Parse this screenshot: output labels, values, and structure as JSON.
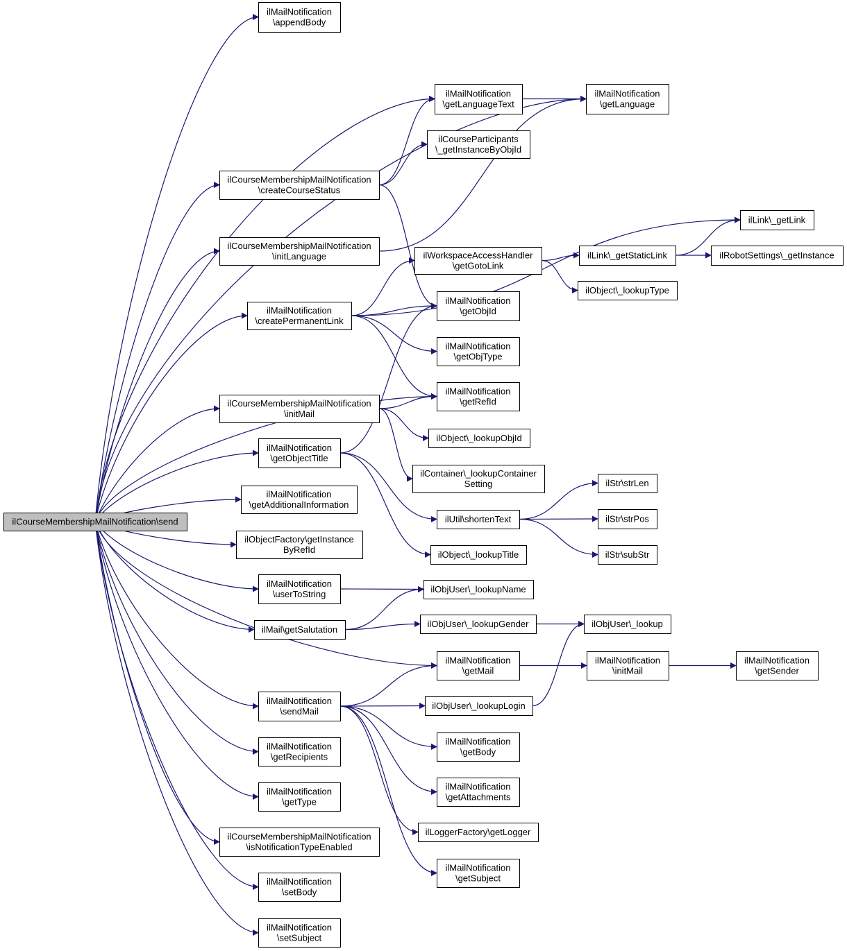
{
  "nodes": [
    {
      "id": "root",
      "lines": [
        "ilCourseMembershipMailNotification\\send"
      ],
      "root": true
    },
    {
      "id": "appendBody",
      "lines": [
        "ilMailNotification",
        "\\appendBody"
      ]
    },
    {
      "id": "getLanguageText",
      "lines": [
        "ilMailNotification",
        "\\getLanguageText"
      ]
    },
    {
      "id": "getLanguage",
      "lines": [
        "ilMailNotification",
        "\\getLanguage"
      ]
    },
    {
      "id": "getInstanceByObjId",
      "lines": [
        "ilCourseParticipants",
        "\\_getInstanceByObjId"
      ]
    },
    {
      "id": "createCourseStatus",
      "lines": [
        "ilCourseMembershipMailNotification",
        "\\createCourseStatus"
      ]
    },
    {
      "id": "initLanguage",
      "lines": [
        "ilCourseMembershipMailNotification",
        "\\initLanguage"
      ]
    },
    {
      "id": "getLink",
      "lines": [
        "ilLink\\_getLink"
      ]
    },
    {
      "id": "getGotoLink",
      "lines": [
        "ilWorkspaceAccessHandler",
        "\\getGotoLink"
      ]
    },
    {
      "id": "getStaticLink",
      "lines": [
        "ilLink\\_getStaticLink"
      ]
    },
    {
      "id": "robotGetInstance",
      "lines": [
        "ilRobotSettings\\_getInstance"
      ]
    },
    {
      "id": "lookupType",
      "lines": [
        "ilObject\\_lookupType"
      ]
    },
    {
      "id": "createPermanentLink",
      "lines": [
        "ilMailNotification",
        "\\createPermanentLink"
      ]
    },
    {
      "id": "getObjId",
      "lines": [
        "ilMailNotification",
        "\\getObjId"
      ]
    },
    {
      "id": "getObjType",
      "lines": [
        "ilMailNotification",
        "\\getObjType"
      ]
    },
    {
      "id": "getRefId",
      "lines": [
        "ilMailNotification",
        "\\getRefId"
      ]
    },
    {
      "id": "initMail",
      "lines": [
        "ilCourseMembershipMailNotification",
        "\\initMail"
      ]
    },
    {
      "id": "lookupObjId",
      "lines": [
        "ilObject\\_lookupObjId"
      ]
    },
    {
      "id": "lookupContainerSetting",
      "lines": [
        "ilContainer\\_lookupContainer",
        "Setting"
      ]
    },
    {
      "id": "getObjectTitle",
      "lines": [
        "ilMailNotification",
        "\\getObjectTitle"
      ]
    },
    {
      "id": "strLen",
      "lines": [
        "ilStr\\strLen"
      ]
    },
    {
      "id": "getAdditionalInformation",
      "lines": [
        "ilMailNotification",
        "\\getAdditionalInformation"
      ]
    },
    {
      "id": "shortenText",
      "lines": [
        "ilUtil\\shortenText"
      ]
    },
    {
      "id": "strPos",
      "lines": [
        "ilStr\\strPos"
      ]
    },
    {
      "id": "getInstanceByRefId",
      "lines": [
        "ilObjectFactory\\getInstance",
        "ByRefId"
      ]
    },
    {
      "id": "lookupTitle",
      "lines": [
        "ilObject\\_lookupTitle"
      ]
    },
    {
      "id": "subStr",
      "lines": [
        "ilStr\\subStr"
      ]
    },
    {
      "id": "userToString",
      "lines": [
        "ilMailNotification",
        "\\userToString"
      ]
    },
    {
      "id": "lookupName",
      "lines": [
        "ilObjUser\\_lookupName"
      ]
    },
    {
      "id": "getSalutation",
      "lines": [
        "ilMail\\getSalutation"
      ]
    },
    {
      "id": "lookupGender",
      "lines": [
        "ilObjUser\\_lookupGender"
      ]
    },
    {
      "id": "lookup",
      "lines": [
        "ilObjUser\\_lookup"
      ]
    },
    {
      "id": "getMail",
      "lines": [
        "ilMailNotification",
        "\\getMail"
      ]
    },
    {
      "id": "initMailN",
      "lines": [
        "ilMailNotification",
        "\\initMail"
      ]
    },
    {
      "id": "getSender",
      "lines": [
        "ilMailNotification",
        "\\getSender"
      ]
    },
    {
      "id": "sendMail",
      "lines": [
        "ilMailNotification",
        "\\sendMail"
      ]
    },
    {
      "id": "lookupLogin",
      "lines": [
        "ilObjUser\\_lookupLogin"
      ]
    },
    {
      "id": "getBody",
      "lines": [
        "ilMailNotification",
        "\\getBody"
      ]
    },
    {
      "id": "getRecipients",
      "lines": [
        "ilMailNotification",
        "\\getRecipients"
      ]
    },
    {
      "id": "getAttachments",
      "lines": [
        "ilMailNotification",
        "\\getAttachments"
      ]
    },
    {
      "id": "getType",
      "lines": [
        "ilMailNotification",
        "\\getType"
      ]
    },
    {
      "id": "getLogger",
      "lines": [
        "ilLoggerFactory\\getLogger"
      ]
    },
    {
      "id": "isNotificationTypeEnabled",
      "lines": [
        "ilCourseMembershipMailNotification",
        "\\isNotificationTypeEnabled"
      ]
    },
    {
      "id": "getSubject",
      "lines": [
        "ilMailNotification",
        "\\getSubject"
      ]
    },
    {
      "id": "setBody",
      "lines": [
        "ilMailNotification",
        "\\setBody"
      ]
    },
    {
      "id": "setSubject",
      "lines": [
        "ilMailNotification",
        "\\setSubject"
      ]
    }
  ],
  "edges": [
    [
      "root",
      "appendBody"
    ],
    [
      "root",
      "getLanguage"
    ],
    [
      "root",
      "getLanguageText"
    ],
    [
      "root",
      "createCourseStatus"
    ],
    [
      "root",
      "initLanguage"
    ],
    [
      "root",
      "createPermanentLink"
    ],
    [
      "root",
      "getRefId"
    ],
    [
      "root",
      "initMail"
    ],
    [
      "root",
      "getObjectTitle"
    ],
    [
      "root",
      "getAdditionalInformation"
    ],
    [
      "root",
      "getInstanceByRefId"
    ],
    [
      "root",
      "userToString"
    ],
    [
      "root",
      "getSalutation"
    ],
    [
      "root",
      "getMail"
    ],
    [
      "root",
      "sendMail"
    ],
    [
      "root",
      "getRecipients"
    ],
    [
      "root",
      "getType"
    ],
    [
      "root",
      "isNotificationTypeEnabled"
    ],
    [
      "root",
      "setBody"
    ],
    [
      "root",
      "setSubject"
    ],
    [
      "getLanguageText",
      "getLanguage"
    ],
    [
      "createCourseStatus",
      "getLanguageText"
    ],
    [
      "createCourseStatus",
      "getInstanceByObjId"
    ],
    [
      "createCourseStatus",
      "getObjId"
    ],
    [
      "initLanguage",
      "getLanguage"
    ],
    [
      "createPermanentLink",
      "getLink"
    ],
    [
      "createPermanentLink",
      "getGotoLink"
    ],
    [
      "createPermanentLink",
      "getObjId"
    ],
    [
      "createPermanentLink",
      "getObjType"
    ],
    [
      "createPermanentLink",
      "getRefId"
    ],
    [
      "getGotoLink",
      "getStaticLink"
    ],
    [
      "getGotoLink",
      "lookupType"
    ],
    [
      "getStaticLink",
      "getLink"
    ],
    [
      "getStaticLink",
      "robotGetInstance"
    ],
    [
      "initMail",
      "getRefId"
    ],
    [
      "initMail",
      "lookupObjId"
    ],
    [
      "initMail",
      "lookupContainerSetting"
    ],
    [
      "getObjectTitle",
      "getObjId"
    ],
    [
      "getObjectTitle",
      "shortenText"
    ],
    [
      "getObjectTitle",
      "lookupTitle"
    ],
    [
      "shortenText",
      "strLen"
    ],
    [
      "shortenText",
      "strPos"
    ],
    [
      "shortenText",
      "subStr"
    ],
    [
      "userToString",
      "lookupName"
    ],
    [
      "getSalutation",
      "lookupName"
    ],
    [
      "getSalutation",
      "lookupGender"
    ],
    [
      "lookupGender",
      "lookup"
    ],
    [
      "getMail",
      "initMailN"
    ],
    [
      "initMailN",
      "getSender"
    ],
    [
      "sendMail",
      "getMail"
    ],
    [
      "sendMail",
      "lookupLogin"
    ],
    [
      "sendMail",
      "getBody"
    ],
    [
      "sendMail",
      "getAttachments"
    ],
    [
      "sendMail",
      "getLogger"
    ],
    [
      "sendMail",
      "getSubject"
    ],
    [
      "lookupLogin",
      "lookup"
    ]
  ]
}
